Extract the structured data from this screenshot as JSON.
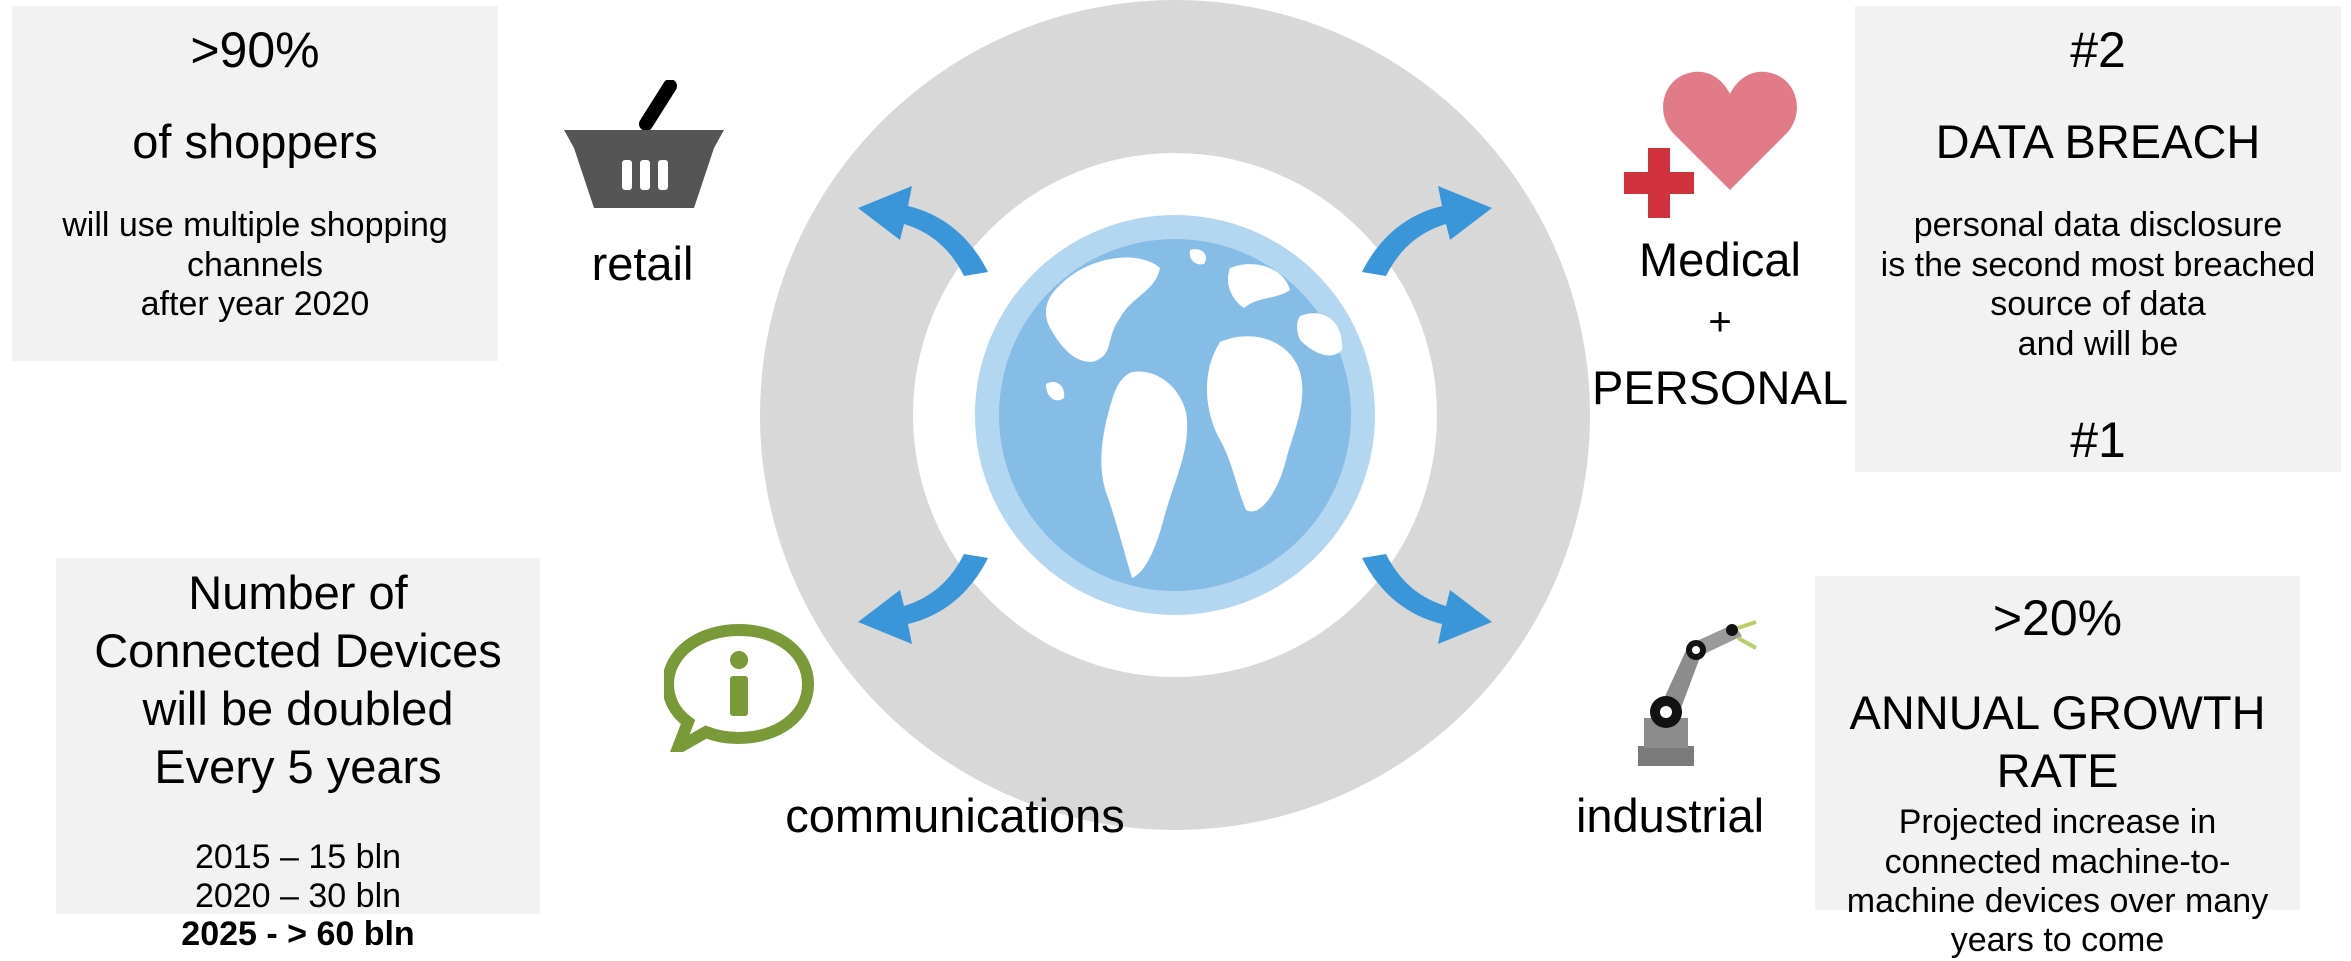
{
  "retail": {
    "stat": ">90%",
    "headline": "of shoppers",
    "detail": [
      "will use multiple shopping",
      "channels",
      "after year 2020"
    ],
    "label": "retail"
  },
  "medical": {
    "rank": "#2",
    "headline": "DATA BREACH",
    "detail": [
      "personal data disclosure",
      "is the second most breached",
      "source of data",
      "and will be"
    ],
    "rank_future": "#1",
    "label_line1": "Medical",
    "label_plus": "+",
    "label_line2": "PERSONAL"
  },
  "communications": {
    "headline": [
      "Number of",
      "Connected Devices",
      "will be doubled",
      "Every 5 years"
    ],
    "years": [
      "2015 – 15 bln",
      "2020 – 30 bln",
      "2025 - > 60 bln"
    ],
    "label": "communications"
  },
  "industrial": {
    "stat": ">20%",
    "headline": [
      "ANNUAL GROWTH",
      "RATE"
    ],
    "detail": [
      "Projected increase in",
      "connected machine-to-",
      "machine devices over many",
      "years to come"
    ],
    "label": "industrial"
  },
  "colors": {
    "ring": "#d8d8d8",
    "panel": "#f2f2f2",
    "arrow": "#3a96d8",
    "globe_ocean": "#86bde6",
    "globe_rim": "#b3d6f1",
    "heart": "#e07b87",
    "cross": "#d1323e",
    "chat": "#7a9a3a",
    "basket": "#555555",
    "robot": "#8c8c8c"
  },
  "icons": [
    "basket-icon",
    "heart-icon",
    "cross-icon",
    "chat-info-icon",
    "robot-arm-icon",
    "globe-icon",
    "arrow-icon"
  ]
}
